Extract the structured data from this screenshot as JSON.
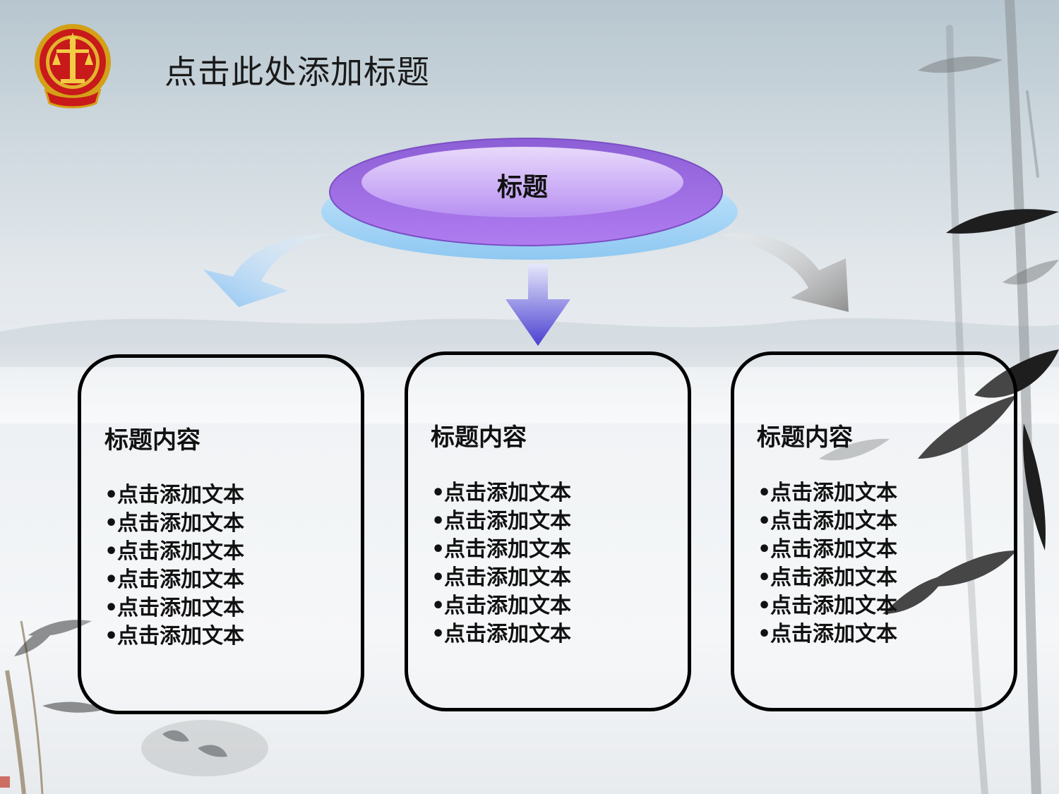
{
  "slide": {
    "title": "点击此处添加标题"
  },
  "center_node": {
    "label": "标题",
    "fill_color": "#a678ea",
    "base_color": "#9fd3f7"
  },
  "arrows": {
    "left_color": "#9ccbf4",
    "center_color": "#5f57d9",
    "right_color": "#9c9c9c"
  },
  "cards": [
    {
      "heading": "标题内容",
      "items": [
        "点击添加文本",
        "点击添加文本",
        "点击添加文本",
        "点击添加文本",
        "点击添加文本",
        "点击添加文本"
      ]
    },
    {
      "heading": "标题内容",
      "items": [
        "点击添加文本",
        "点击添加文本",
        "点击添加文本",
        "点击添加文本",
        "点击添加文本",
        "点击添加文本"
      ]
    },
    {
      "heading": "标题内容",
      "items": [
        "点击添加文本",
        "点击添加文本",
        "点击添加文本",
        "点击添加文本",
        "点击添加文本",
        "点击添加文本"
      ]
    }
  ],
  "bullet_glyph": "•",
  "icons": {
    "emblem": "court-emblem-icon",
    "decoration": "bamboo-ink-painting"
  }
}
